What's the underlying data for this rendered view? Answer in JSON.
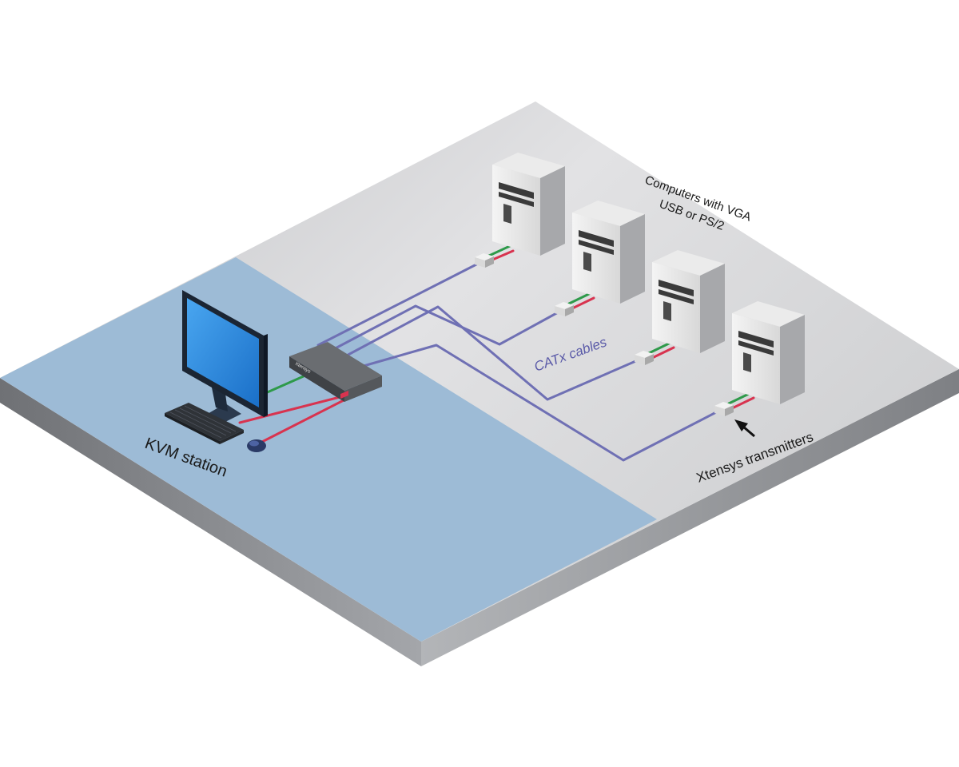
{
  "labels": {
    "kvm_station": "KVM station",
    "computers_line1": "Computers with VGA",
    "computers_line2": "USB or PS/2",
    "catx_cables": "CATx cables",
    "xtensys_transmitters": "Xtensys transmitters"
  },
  "device": {
    "brand_text": "Xtensys"
  },
  "computers": [
    {
      "id": "computer-1"
    },
    {
      "id": "computer-2"
    },
    {
      "id": "computer-3"
    },
    {
      "id": "computer-4"
    }
  ],
  "colors": {
    "floor_blue": "#9dbbd6",
    "floor_gray": "#d3d3d5",
    "slab_side": "#7c7e82",
    "catx_cable": "#6f70b4",
    "video_cable": "#2e9a4a",
    "usb_cable": "#d8334f",
    "screen": "#2a8fe0",
    "device_body": "#55585c"
  }
}
